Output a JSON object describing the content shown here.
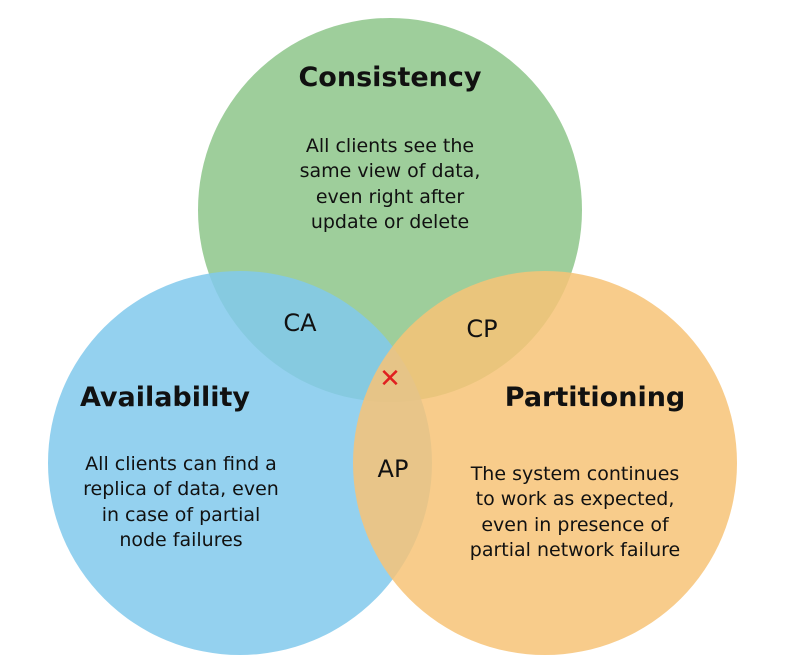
{
  "sets": {
    "consistency": {
      "title": "Consistency",
      "description": "All clients see the\nsame view of data,\neven right after\nupdate or delete",
      "color": "#8dc58a"
    },
    "availability": {
      "title": "Availability",
      "description": "All clients can find a\nreplica of data, even\nin case of partial\nnode failures",
      "color": "#81c9ec"
    },
    "partitioning": {
      "title": "Partitioning",
      "description": "The system continues\nto work as expected,\neven in presence of\npartial network failure",
      "color": "#f7c377"
    }
  },
  "intersections": {
    "ca": "CA",
    "cp": "CP",
    "ap": "AP",
    "center_mark": "✕"
  }
}
